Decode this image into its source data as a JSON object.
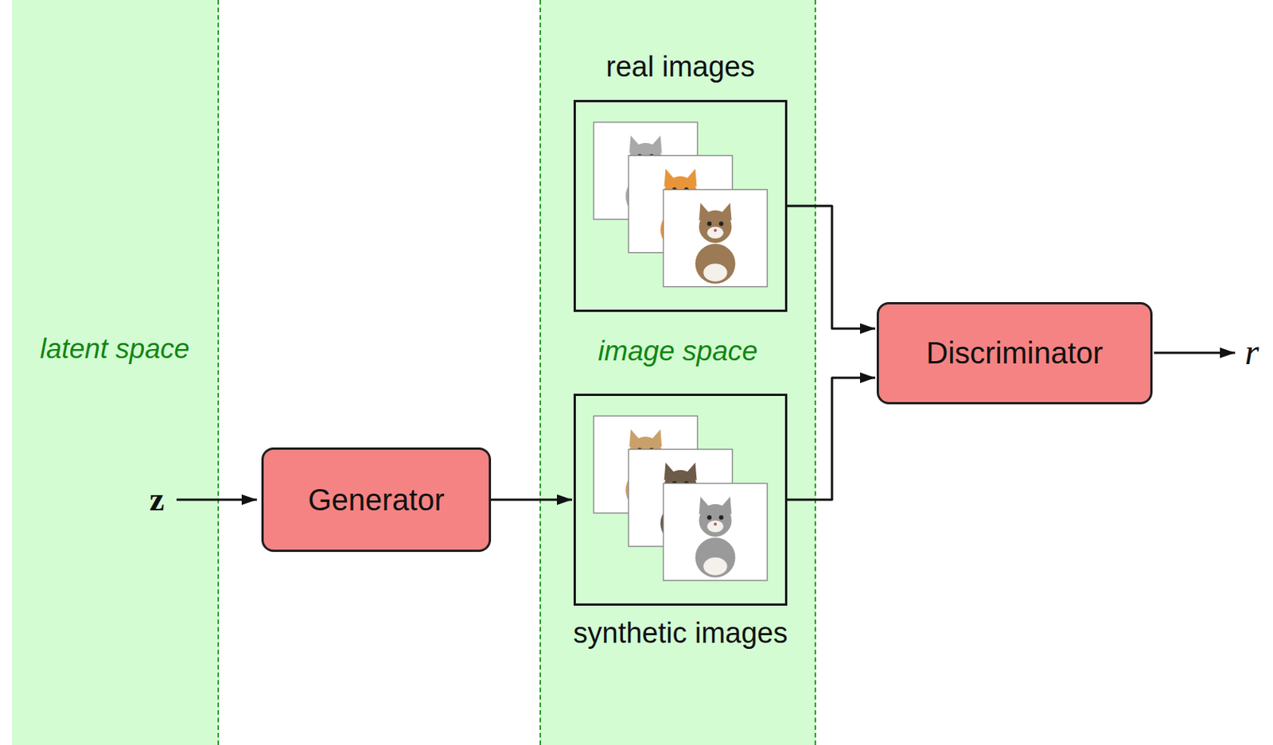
{
  "diagram": {
    "nodes": [
      {
        "text": [
          "latent space"
        ]
      },
      {
        "text": [
          "Generator"
        ]
      },
      {
        "text": [
          "image space"
        ]
      },
      {
        "text": [
          "real images"
        ],
        "in": 2
      },
      {
        "text": [
          "synthetic images"
        ],
        "in": 2
      },
      {
        "text": [
          "Discriminator"
        ]
      }
    ],
    "edges": [
      {
        "from": 1,
        "to": 4,
        "arrow": "to"
      },
      {
        "from": 3,
        "to": 5,
        "arrow": "to"
      },
      {
        "from": 4,
        "to": 5,
        "arrow": "to"
      }
    ],
    "labels": [
      "z",
      "r"
    ]
  }
}
